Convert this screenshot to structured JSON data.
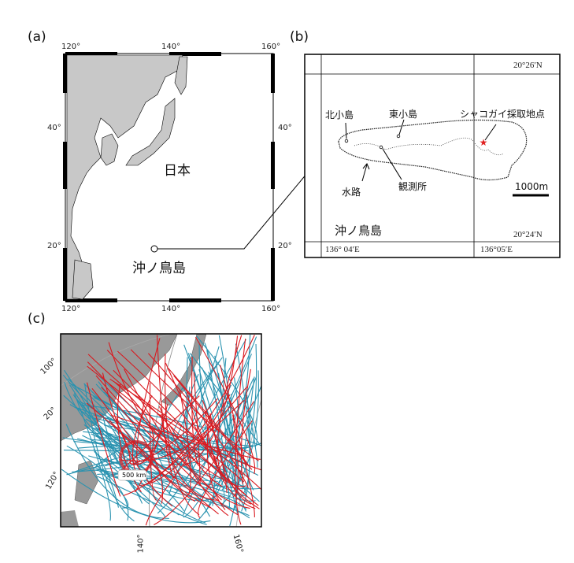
{
  "panel_a": {
    "label": "(a)",
    "top_ticks": [
      "120°",
      "140°",
      "160°"
    ],
    "bottom_ticks": [
      "120°",
      "140°",
      "160°"
    ],
    "left_ticks": [
      "40°",
      "20°"
    ],
    "right_ticks": [
      "40°",
      "20°"
    ],
    "japan_label": "日本",
    "island_label": "沖ノ鳥島"
  },
  "panel_b": {
    "label": "(b)",
    "lat_top": "20°26′N",
    "lat_bottom": "20°24′N",
    "lon_left": "136° 04′E",
    "lon_right": "136°05′E",
    "kitakojima": "北小島",
    "higashikojima": "東小島",
    "sample_site": "シャコガイ採取地点",
    "channel": "水路",
    "observatory": "観測所",
    "scale": "1000m",
    "island_name": "沖ノ鳥島",
    "star_color": "#e02020"
  },
  "panel_c": {
    "label": "(c)",
    "ticks_left": [
      "100°",
      "20°",
      "120°"
    ],
    "ticks_bottom": [
      "140°",
      "160°"
    ],
    "radius_label": "500 km",
    "track_colors": {
      "near": "#d9191f",
      "far": "#2a93b0"
    }
  }
}
